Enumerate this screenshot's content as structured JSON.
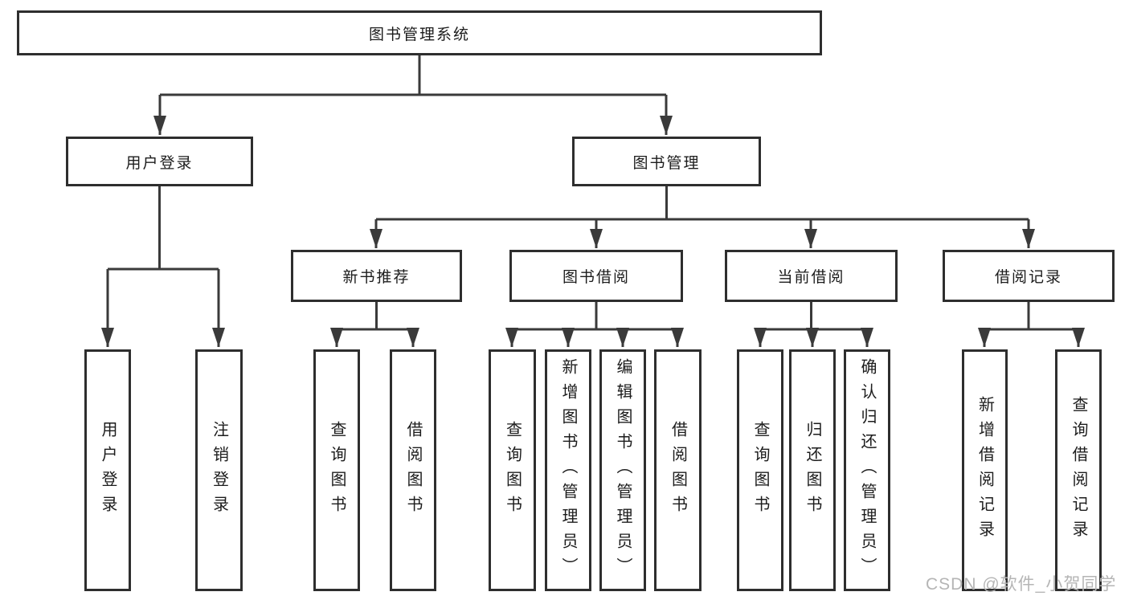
{
  "diagram": {
    "title_node": "图书管理系统",
    "tree": {
      "label": "图书管理系统",
      "children": [
        {
          "label": "用户登录",
          "children": [
            {
              "label": "用户登录"
            },
            {
              "label": "注销登录"
            }
          ]
        },
        {
          "label": "图书管理",
          "children": [
            {
              "label": "新书推荐",
              "children": [
                {
                  "label": "查询图书"
                },
                {
                  "label": "借阅图书"
                }
              ]
            },
            {
              "label": "图书借阅",
              "children": [
                {
                  "label": "查询图书"
                },
                {
                  "label": "新增图书（管理员）"
                },
                {
                  "label": "编辑图书（管理员）"
                },
                {
                  "label": "借阅图书"
                }
              ]
            },
            {
              "label": "当前借阅",
              "children": [
                {
                  "label": "查询图书"
                },
                {
                  "label": "归还图书"
                },
                {
                  "label": "确认归还（管理员）"
                }
              ]
            },
            {
              "label": "借阅记录",
              "children": [
                {
                  "label": "新增借阅记录"
                },
                {
                  "label": "查询借阅记录"
                }
              ]
            }
          ]
        }
      ]
    }
  },
  "watermark": "CSDN @软件_小贺同学",
  "colors": {
    "line": "#3a3a3a",
    "border": "#2e2e2e",
    "text": "#1c1c1c",
    "background": "#ffffff",
    "watermark": "#b5b5b5"
  }
}
